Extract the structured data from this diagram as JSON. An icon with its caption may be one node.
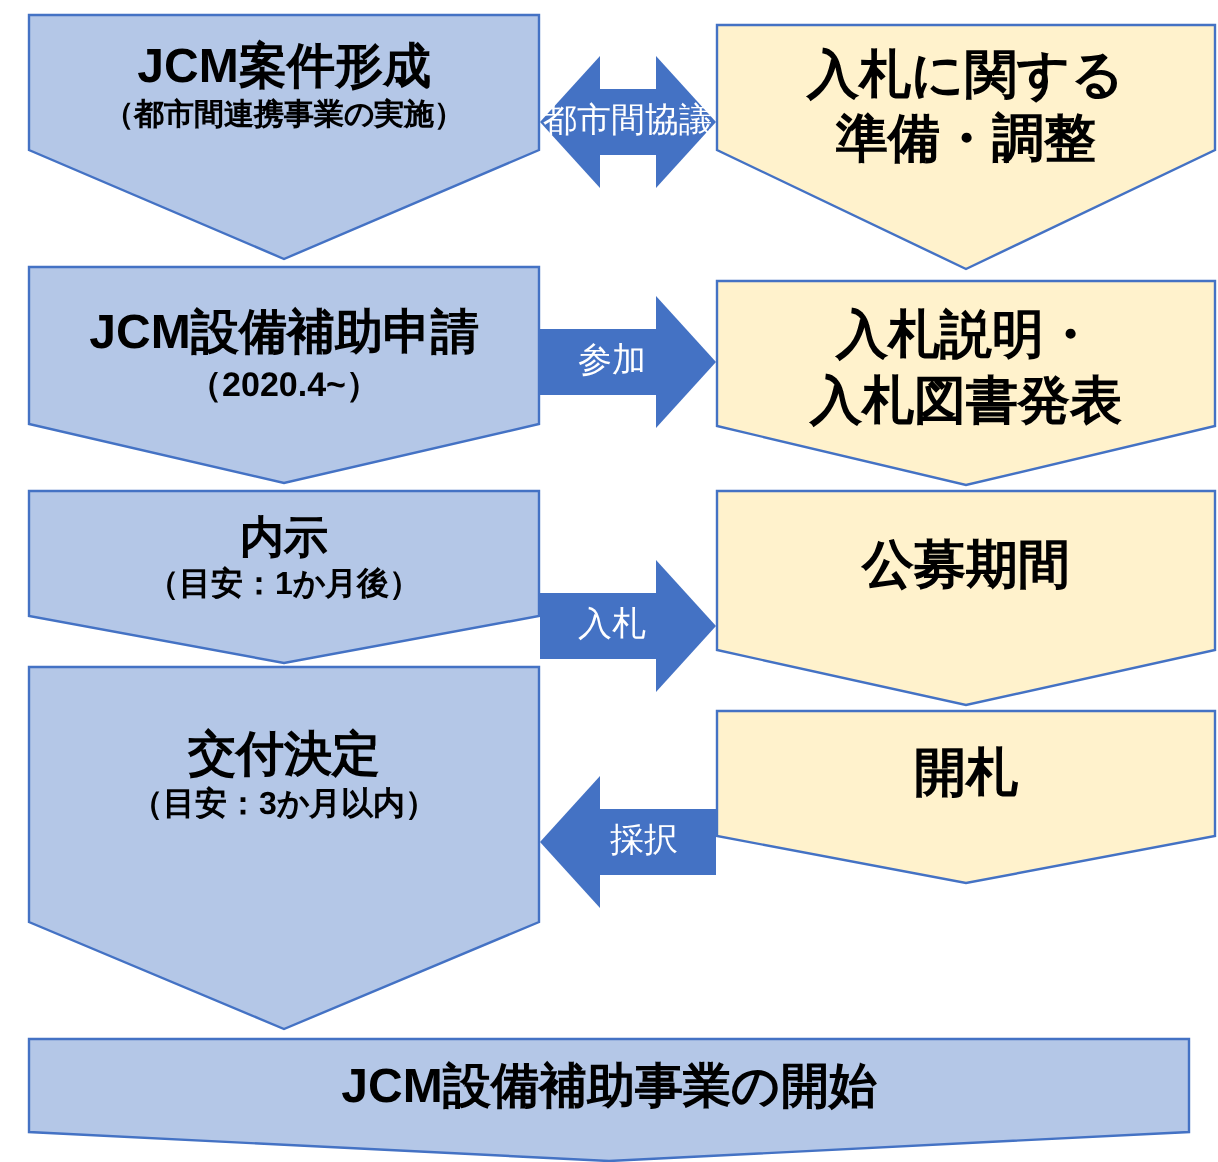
{
  "diagram": {
    "nodes": [
      {
        "text": [
          "JCM案件形成",
          "（都市間連携事業の実施）"
        ]
      },
      {
        "text": [
          "JCM設備補助申請",
          "（2020.4~）"
        ]
      },
      {
        "text": [
          "内示",
          "（目安：1か月後）"
        ]
      },
      {
        "text": [
          "交付決定",
          "（目安：3か月以内）"
        ]
      },
      {
        "text": [
          "JCM設備補助事業の開始"
        ]
      },
      {
        "text": [
          "入札に関する準備・調整"
        ]
      },
      {
        "text": [
          "入札説明・入札図書発表"
        ]
      },
      {
        "text": [
          "公募期間"
        ]
      },
      {
        "text": [
          "開札"
        ]
      }
    ],
    "edges": [
      {
        "from": 0,
        "to": 5,
        "arrow": "both",
        "label": "都市間協議"
      },
      {
        "from": 1,
        "to": 6,
        "arrow": "to",
        "label": "参加"
      },
      {
        "from": 2,
        "to": 7,
        "arrow": "to",
        "label": "入札"
      },
      {
        "from": 8,
        "to": 3,
        "arrow": "to",
        "label": "採択"
      }
    ]
  }
}
